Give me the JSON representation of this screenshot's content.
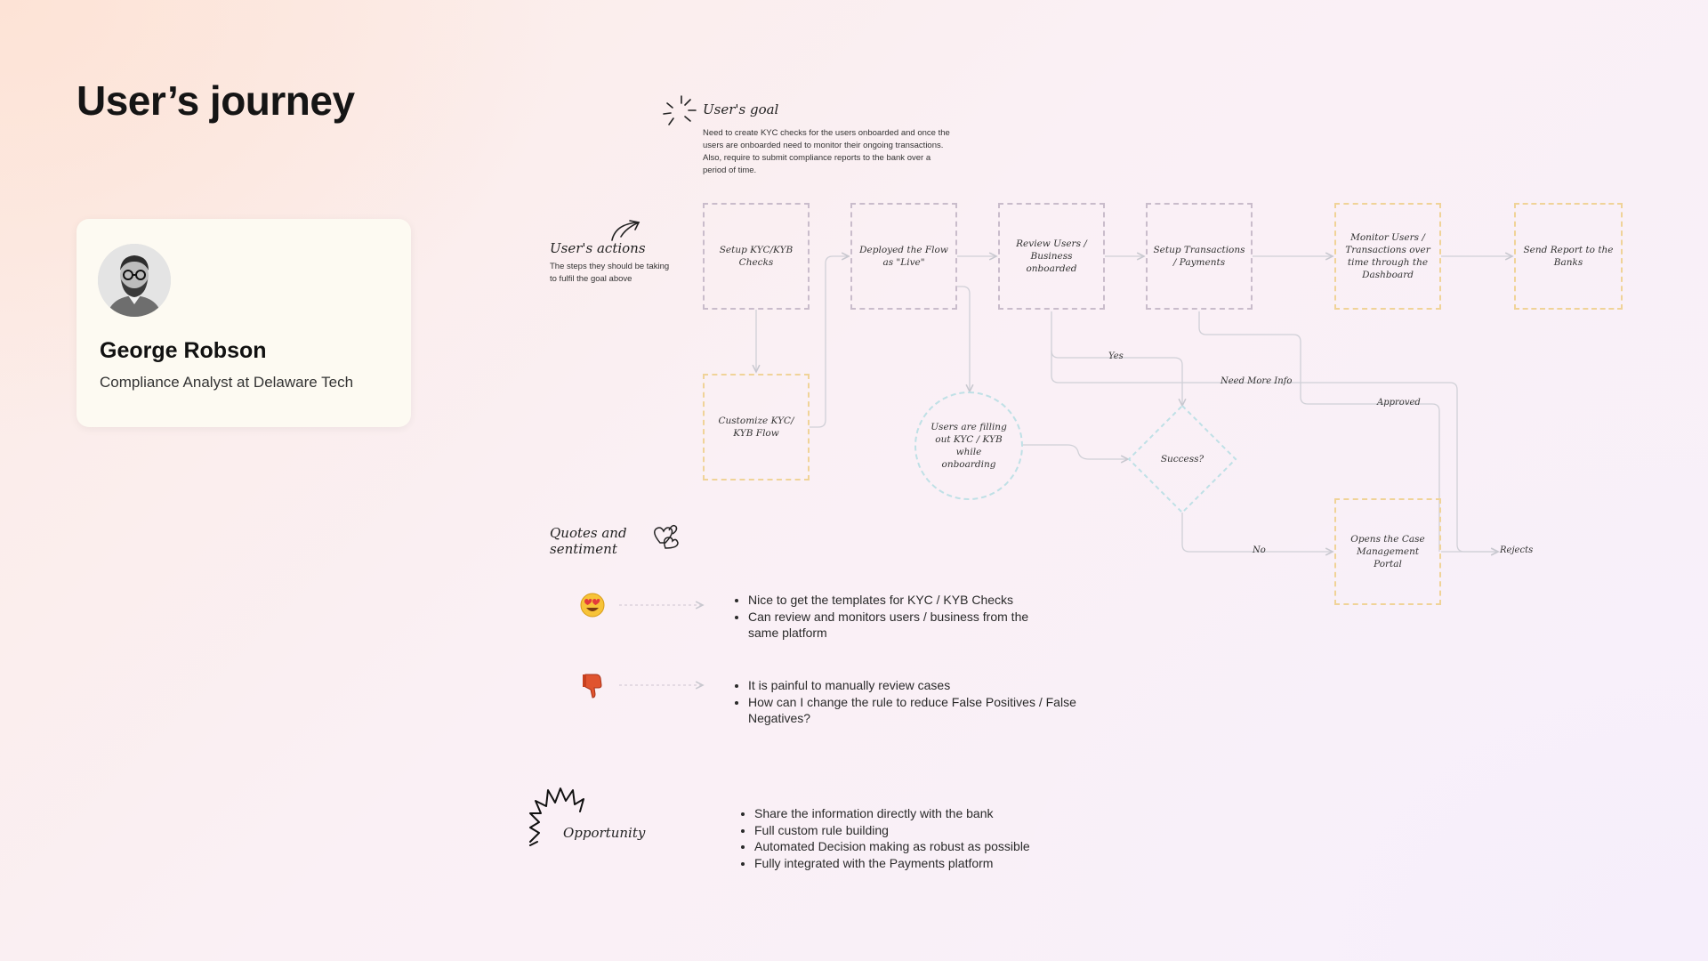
{
  "page": {
    "title": "User’s journey"
  },
  "persona": {
    "name": "George Robson",
    "role": "Compliance Analyst at Delaware Tech"
  },
  "goal": {
    "label": "User's goal",
    "text": "Need to create KYC checks for the users onboarded and once the users are onboarded need to monitor their ongoing transactions. Also, require to submit compliance reports to the bank over a period of time."
  },
  "actions": {
    "label": "User's actions",
    "text": "The steps they should be taking to fulfil the goal above"
  },
  "flow": {
    "nodes": {
      "setup_kyc": "Setup KYC/KYB Checks",
      "deployed": "Deployed the Flow as \"Live\"",
      "review": "Review Users / Business onboarded",
      "setup_tx": "Setup Transactions / Payments",
      "monitor": "Monitor Users / Transactions over time through the Dashboard",
      "send_report": "Send Report to the Banks",
      "customize": "Customize KYC/ KYB Flow",
      "filling": "Users are filling out KYC / KYB while onboarding",
      "success": "Success?",
      "case_mgmt": "Opens the Case Management Portal"
    },
    "edges": {
      "yes": "Yes",
      "need_info": "Need More Info",
      "approved": "Approved",
      "no": "No",
      "rejects": "Rejects"
    }
  },
  "sentiment": {
    "label": "Quotes and sentiment",
    "positive": {
      "icon": "heart-eyes-emoji",
      "items": [
        "Nice to get the templates for KYC / KYB Checks",
        "Can review and monitors users / business from the same platform"
      ]
    },
    "negative": {
      "icon": "thumbs-down-emoji",
      "items": [
        "It is painful to manually review cases",
        "How can I change the rule to reduce False Positives / False Negatives?"
      ]
    }
  },
  "opportunity": {
    "label": "Opportunity",
    "items": [
      "Share the information directly with the bank",
      "Full custom rule building",
      "Automated Decision making as robust as possible",
      "Fully integrated with the Payments platform"
    ]
  },
  "colors": {
    "gray_border": "#c9bccb",
    "yellow_border": "#f0d398",
    "teal_border": "#bfe0e6",
    "connector": "#cfcfd6"
  }
}
